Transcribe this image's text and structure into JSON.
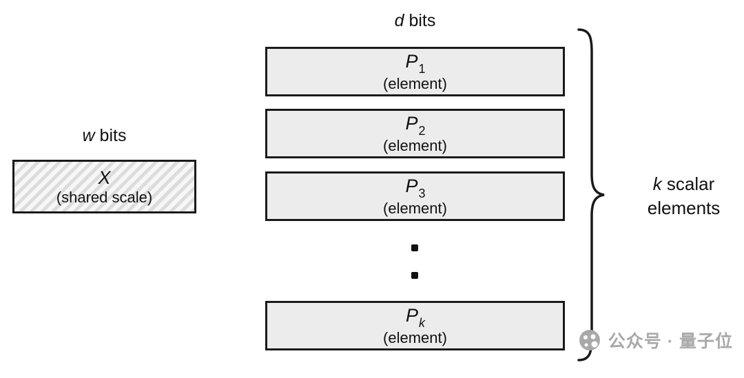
{
  "top_label": {
    "var": "d",
    "rest": " bits"
  },
  "left": {
    "label_var": "w",
    "label_rest": " bits",
    "box_title": "X",
    "box_caption": "(shared scale)"
  },
  "elements": [
    {
      "base": "P",
      "sub": "1",
      "caption": "(element)"
    },
    {
      "base": "P",
      "sub": "2",
      "caption": "(element)"
    },
    {
      "base": "P",
      "sub": "3",
      "caption": "(element)"
    },
    {
      "base": "P",
      "sub": "k",
      "caption": "(element)"
    }
  ],
  "right_label": {
    "line1_var": "k",
    "line1_rest": " scalar",
    "line2": "elements"
  },
  "watermark": {
    "text": "公众号 · 量子位"
  },
  "colors": {
    "box_fill": "#ececec",
    "border": "#1a1a1a",
    "hatch_line": "#dcdcdc",
    "watermark_gray": "#a9a9a9",
    "background": "#ffffff"
  }
}
